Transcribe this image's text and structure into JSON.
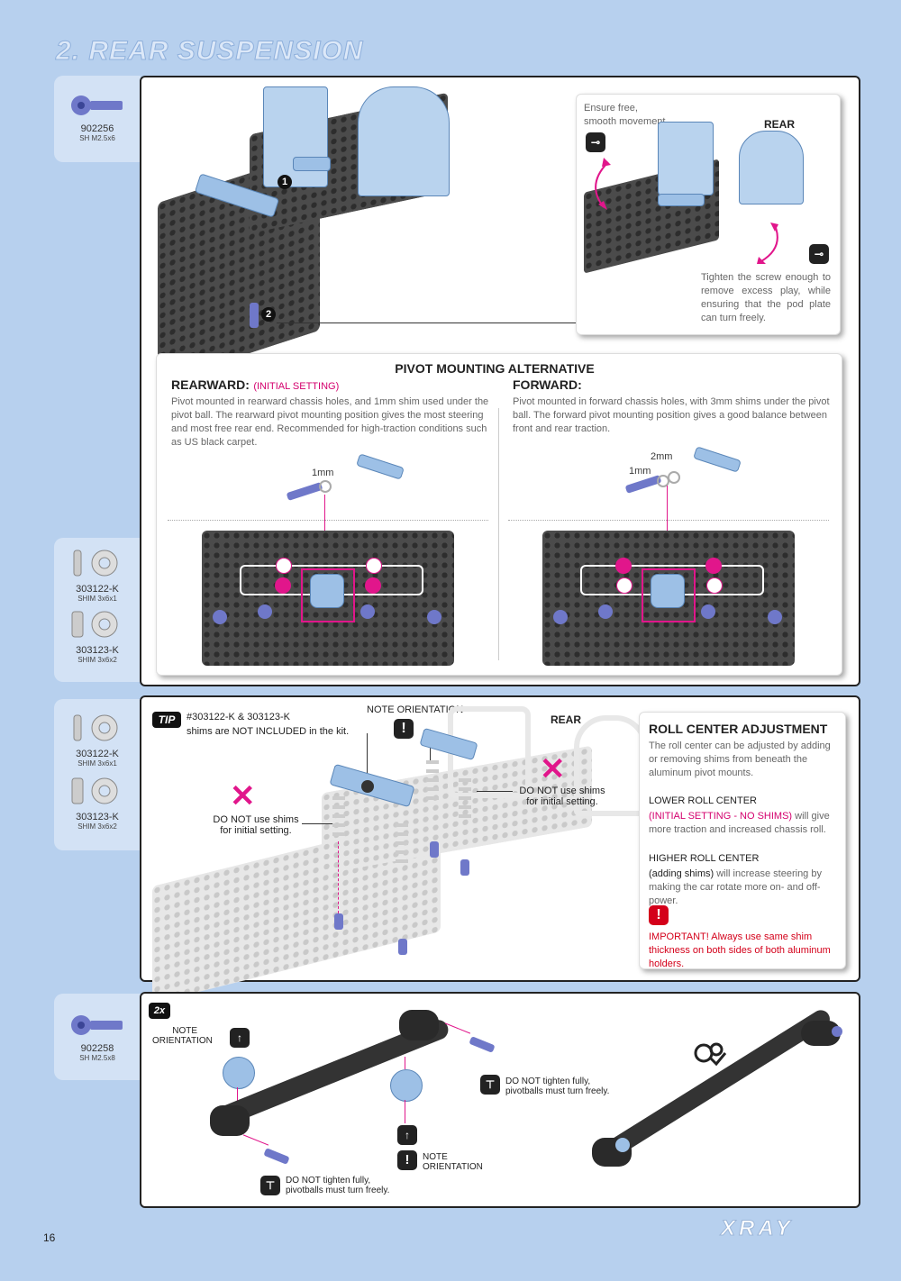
{
  "page": {
    "title": "2. REAR SUSPENSION",
    "page_number": "16",
    "brand": "XRAY"
  },
  "tabs": {
    "step1": {
      "code": "902256",
      "desc": "SH M2.5x6"
    },
    "shims_a": [
      {
        "code": "303122-K",
        "desc": "SHIM 3x6x1"
      },
      {
        "code": "303123-K",
        "desc": "SHIM 3x6x2"
      }
    ],
    "shims_b": [
      {
        "code": "303122-K",
        "desc": "SHIM 3x6x1"
      },
      {
        "code": "303123-K",
        "desc": "SHIM 3x6x2"
      }
    ],
    "step3": {
      "code": "902258",
      "desc": "SH M2.5x8"
    }
  },
  "step1": {
    "callout1": "1",
    "callout2": "2",
    "ensure_line1": "Ensure free,",
    "ensure_line2": "smooth movement.",
    "rear_label": "REAR",
    "tighten_text": "Tighten the screw enough to remove excess play, while ensuring that the pod plate can turn freely.",
    "pivot": {
      "title": "PIVOT MOUNTING ALTERNATIVE",
      "rearward_title": "REARWARD:",
      "rearward_tag": "(INITIAL SETTING)",
      "rearward_text": "Pivot mounted in rearward chassis holes, and 1mm shim used under the pivot ball. The rearward pivot mounting position gives the most steering and most free rear end. Recommended for high-traction conditions such as US black carpet.",
      "rearward_shim": "1mm",
      "forward_title": "FORWARD:",
      "forward_text": "Pivot mounted in forward chassis holes, with 3mm shims under the pivot ball. The forward pivot mounting position gives a good balance between front and rear traction.",
      "forward_shim1": "2mm",
      "forward_shim2": "1mm"
    }
  },
  "step2": {
    "tip_label": "TIP",
    "tip_line1": "#303122-K & 303123-K",
    "tip_line2": "shims are NOT INCLUDED in the kit.",
    "note_orientation": "NOTE ORIENTATION",
    "rear_label": "REAR",
    "no_shims_left_1": "DO NOT use shims",
    "no_shims_left_2": "for initial setting.",
    "no_shims_right_1": "DO NOT use shims",
    "no_shims_right_2": "for initial setting.",
    "roll_title": "ROLL CENTER ADJUSTMENT",
    "roll_text": "The roll center can be adjusted by adding or removing shims from beneath the aluminum pivot mounts.",
    "lower_title": "LOWER ROLL CENTER",
    "lower_tag": "(INITIAL SETTING - NO SHIMS)",
    "lower_text": "will give more traction and increased chassis roll.",
    "higher_title": "HIGHER ROLL CENTER",
    "higher_tag": "(adding shims)",
    "higher_text": "will increase steering by making the car rotate more on- and off-power.",
    "important": "IMPORTANT! Always use same shim thickness on both sides of both aluminum holders."
  },
  "step3": {
    "qty": "2x",
    "note_line1": "NOTE",
    "note_line2": "ORIENTATION",
    "dnt_top_1": "DO NOT tighten fully,",
    "dnt_top_2": "pivotballs must turn freely.",
    "note_mid_1": "NOTE",
    "note_mid_2": "ORIENTATION",
    "dnt_bottom_1": "DO NOT tighten fully,",
    "dnt_bottom_2": "pivotballs must turn freely."
  }
}
